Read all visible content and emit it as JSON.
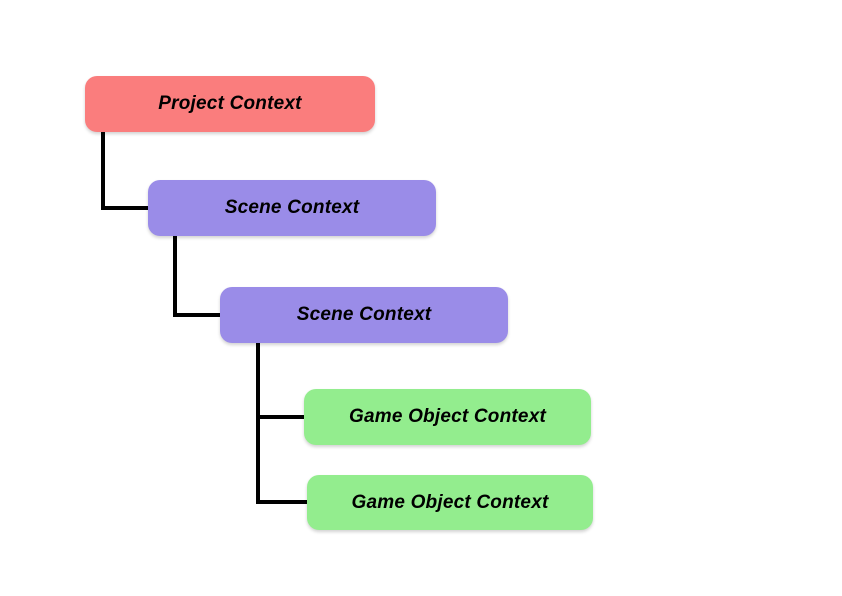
{
  "diagram": {
    "type": "hierarchy-tree",
    "background": "#ffffff",
    "edge_color": "#000000",
    "text_color": "#000000",
    "nodes": [
      {
        "id": "project",
        "label": "Project Context",
        "color": "#fa7d7d",
        "level": 0
      },
      {
        "id": "scene-1",
        "label": "Scene Context",
        "color": "#9a8ce8",
        "level": 1
      },
      {
        "id": "scene-2",
        "label": "Scene Context",
        "color": "#9a8ce8",
        "level": 2
      },
      {
        "id": "game-object-1",
        "label": "Game Object Context",
        "color": "#93ed8e",
        "level": 3
      },
      {
        "id": "game-object-2",
        "label": "Game Object Context",
        "color": "#93ed8e",
        "level": 3
      }
    ],
    "edges": [
      {
        "from": "project",
        "to": "scene-1"
      },
      {
        "from": "scene-1",
        "to": "scene-2"
      },
      {
        "from": "scene-2",
        "to": "game-object-1"
      },
      {
        "from": "scene-2",
        "to": "game-object-2"
      }
    ]
  }
}
